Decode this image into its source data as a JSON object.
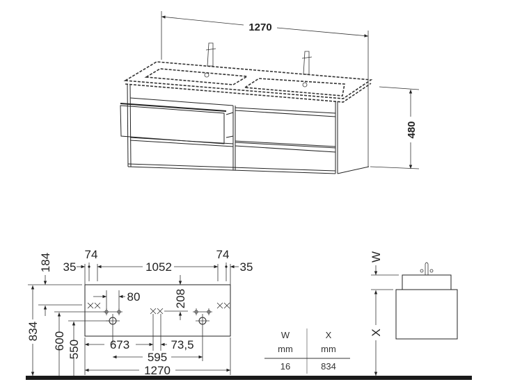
{
  "perspective": {
    "width_label": "1270",
    "height_label": "480"
  },
  "plan": {
    "dims": {
      "d184": "184",
      "d35_left": "35",
      "d74_left": "74",
      "d1052": "1052",
      "d74_right": "74",
      "d35_right": "35",
      "d80": "80",
      "d208": "208",
      "d834": "834",
      "d600": "600",
      "d550": "550",
      "d673": "673",
      "d73_5": "73,5",
      "d595": "595",
      "d1270": "1270"
    }
  },
  "side_view": {
    "w_label": "W",
    "x_label": "X"
  },
  "table": {
    "headers": [
      "W",
      "X"
    ],
    "units": [
      "mm",
      "mm"
    ],
    "values": [
      "16",
      "834"
    ]
  }
}
